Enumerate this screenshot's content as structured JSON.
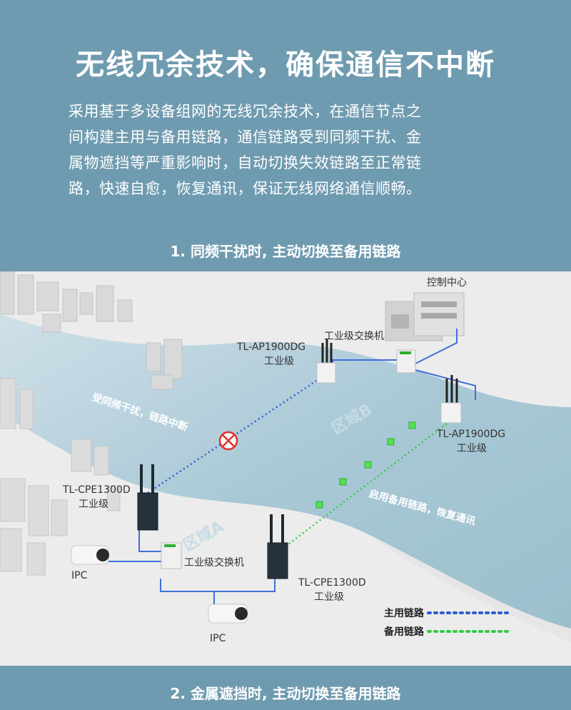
{
  "heading": {
    "title": "无线冗余技术，确保通信不中断"
  },
  "description": {
    "lines": [
      "采用基于多设备组网的无线冗余技术，在通信节点之",
      "间构建主用与备用链路，通信链路受到同频干扰、金",
      "属物遮挡等严重影响时，自动切换失效链路至正常链",
      "路，快速自愈，恢复通讯，保证无线网络通信顺畅。"
    ]
  },
  "sections": {
    "first": "1. 同频干扰时, 主动切换至备用链路",
    "second": "2. 金属遮挡时, 主动切换至备用链路"
  },
  "diagram": {
    "control_center": "控制中心",
    "ap_left": {
      "model": "TL-AP1900DG",
      "grade": "工业级"
    },
    "ap_right": {
      "model": "TL-AP1900DG",
      "grade": "工业级"
    },
    "switch_top": "工业级交换机",
    "switch_bottom": "工业级交换机",
    "cpe_left": {
      "model": "TL-CPE1300D",
      "grade": "工业级"
    },
    "cpe_right": {
      "model": "TL-CPE1300D",
      "grade": "工业级"
    },
    "zone_a": "区域A",
    "zone_b": "区域B",
    "interference_label": "受同频干扰，链路中断",
    "recovery_label": "启用备用链路，恢复通讯",
    "ipc_left": "IPC",
    "ipc_right": "IPC",
    "legend": {
      "primary": "主用链路",
      "backup": "备用链路",
      "primary_color": "#2f5bd0",
      "backup_color": "#33cc44"
    }
  }
}
